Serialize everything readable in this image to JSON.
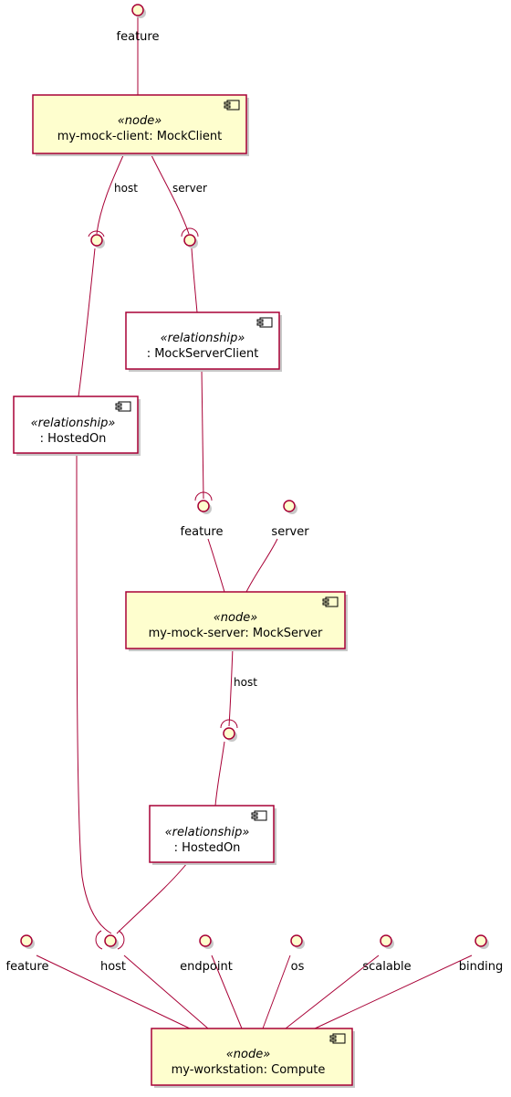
{
  "colors": {
    "border": "#A80036",
    "node_fill": "#FEFECE",
    "relationship_fill": "#FFFFFF"
  },
  "nodes": {
    "client": {
      "stereotype": "«node»",
      "title": "my-mock-client: MockClient"
    },
    "rel_server_client": {
      "stereotype": "«relationship»",
      "title": ": MockServerClient"
    },
    "rel_hosted_on_1": {
      "stereotype": "«relationship»",
      "title": ": HostedOn"
    },
    "server": {
      "stereotype": "«node»",
      "title": "my-mock-server: MockServer"
    },
    "rel_hosted_on_2": {
      "stereotype": "«relationship»",
      "title": ": HostedOn"
    },
    "workstation": {
      "stereotype": "«node»",
      "title": "my-workstation: Compute"
    }
  },
  "interfaces": {
    "client_feature": "feature",
    "server_feature": "feature",
    "server_server": "server",
    "ws_feature": "feature",
    "ws_host": "host",
    "ws_endpoint": "endpoint",
    "ws_os": "os",
    "ws_scalable": "scalable",
    "ws_binding": "binding"
  },
  "edge_labels": {
    "client_host": "host",
    "client_server": "server",
    "server_host": "host"
  }
}
